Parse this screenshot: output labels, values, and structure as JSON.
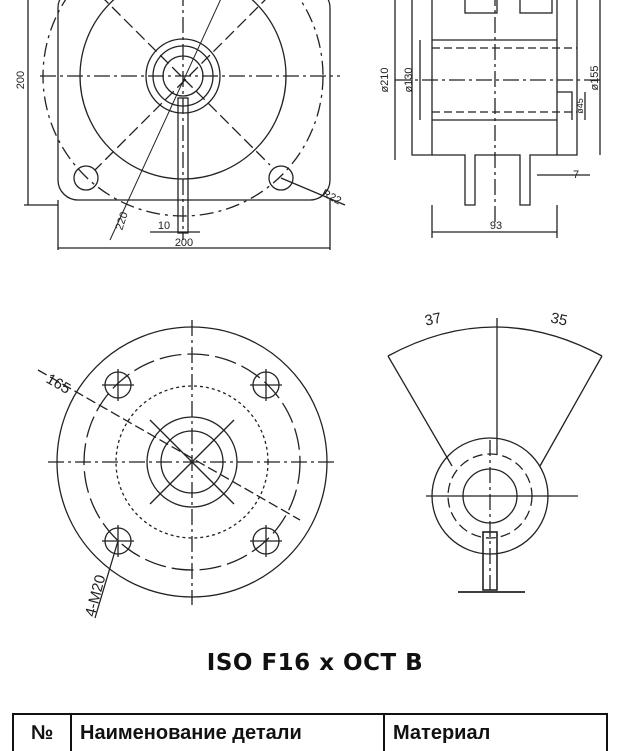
{
  "caption": "ISO F16 x OCT B",
  "views": {
    "front": {
      "dims": [
        "200",
        "200",
        "220",
        "10",
        "R22"
      ]
    },
    "side": {
      "dims": [
        "ø210",
        "ø130",
        "ø155",
        "ø45",
        "7",
        "93"
      ]
    },
    "flange": {
      "dims": [
        "165",
        "4-M20"
      ]
    },
    "sector": {
      "dims": [
        "37",
        "35"
      ]
    }
  },
  "table": {
    "headers": [
      "№",
      "Наименование детали",
      "Материал"
    ]
  }
}
